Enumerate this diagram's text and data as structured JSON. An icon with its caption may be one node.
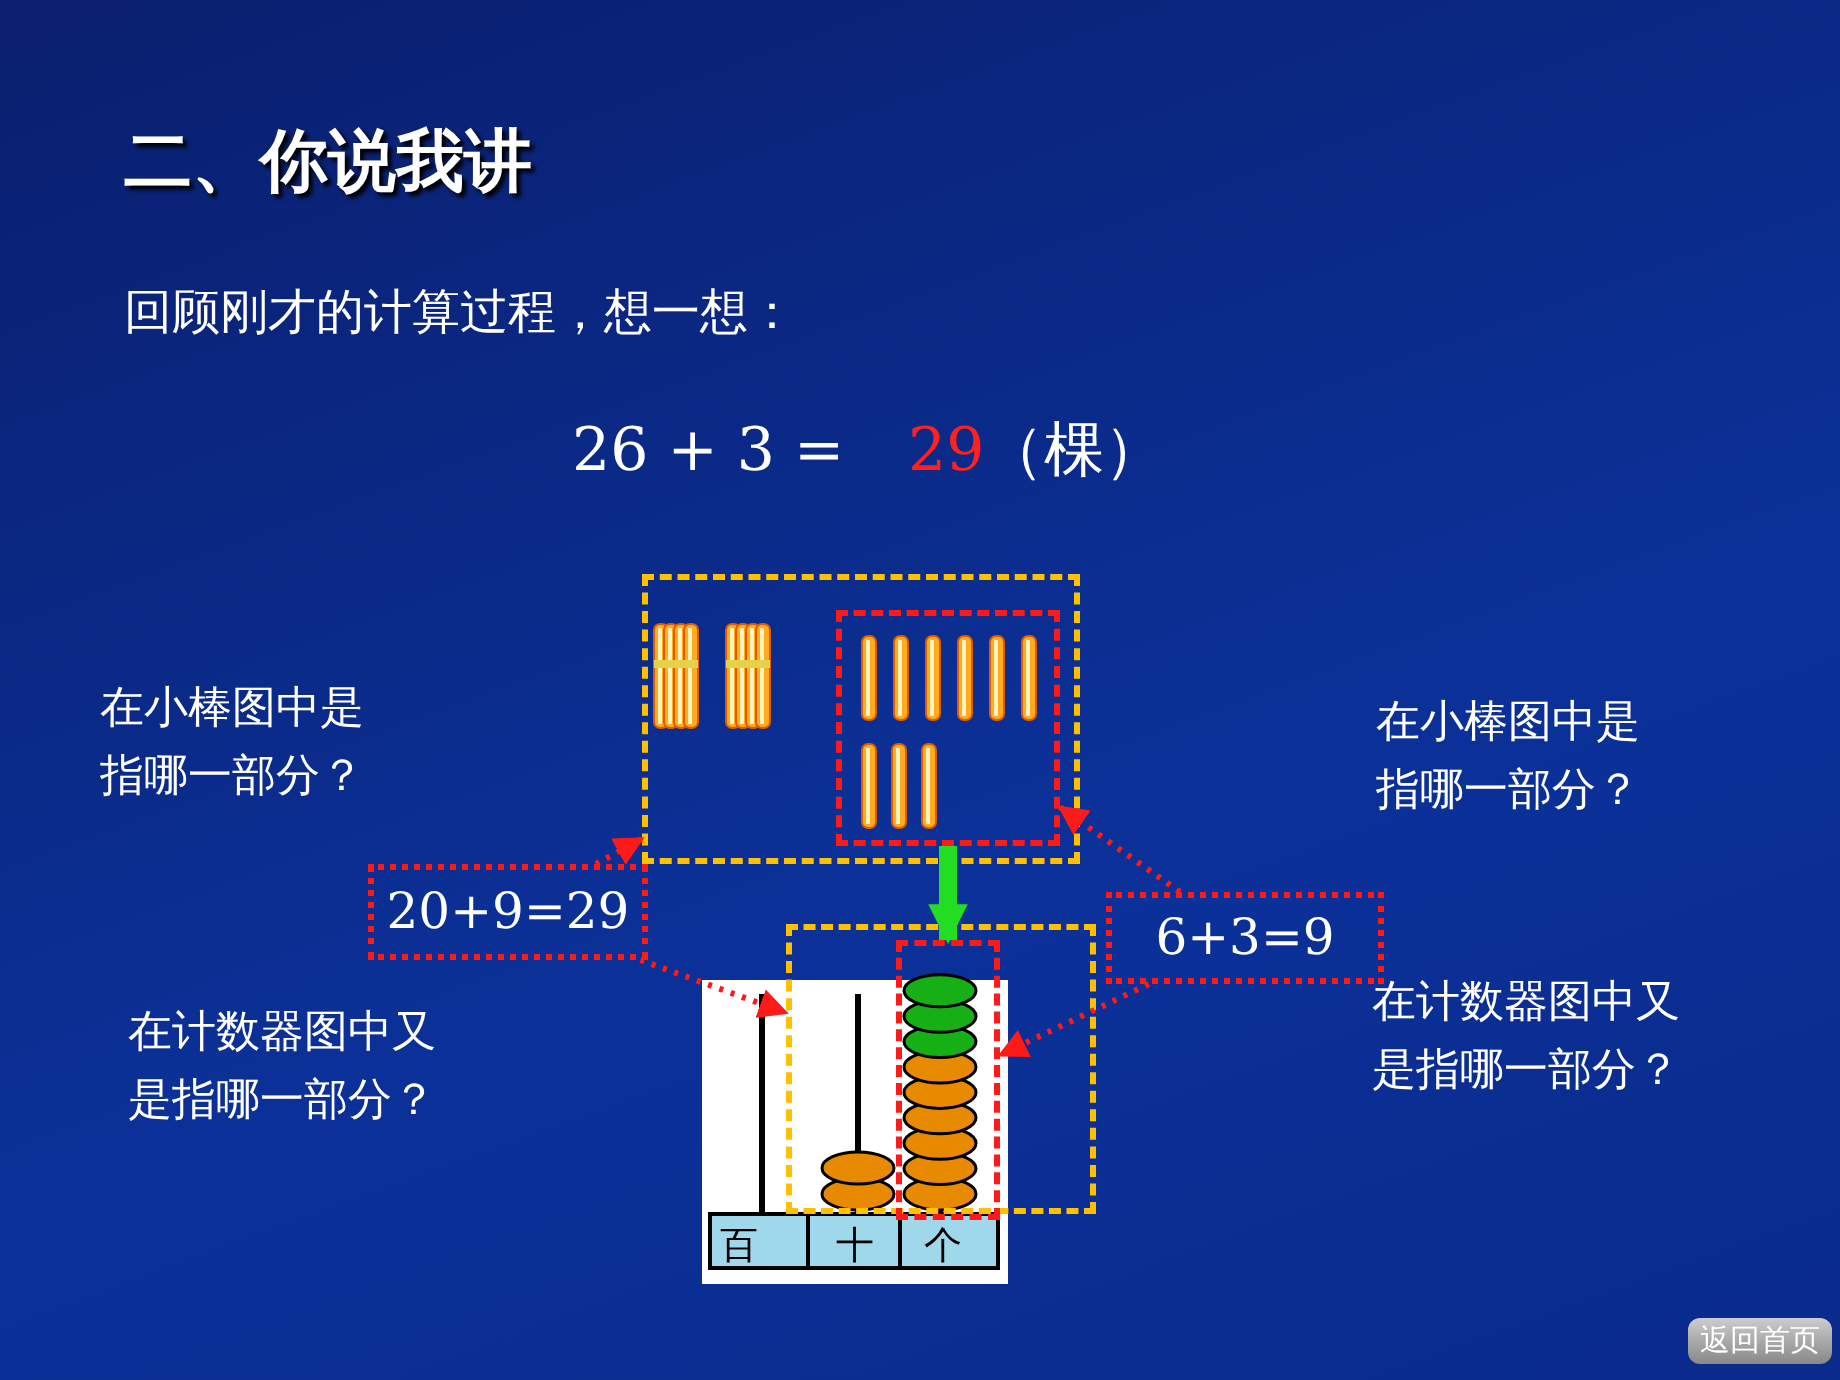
{
  "diagram": {
    "title": "二、你说我讲",
    "nodes": [
      {
        "text": [
          "20+9=29"
        ]
      },
      {
        "text": [
          "6+3=9"
        ]
      },
      {
        "text": [],
        "shape": "box"
      },
      {
        "text": [],
        "shape": "box",
        "in": 2
      },
      {
        "text": [],
        "shape": "box"
      },
      {
        "text": [],
        "shape": "box",
        "in": 4
      }
    ],
    "edges": [
      {
        "from": 0,
        "to": 2,
        "arrow": "to",
        "style": "dashed"
      },
      {
        "from": 0,
        "to": 4,
        "arrow": "to",
        "style": "dashed"
      },
      {
        "from": 1,
        "to": 3,
        "arrow": "to",
        "style": "dashed"
      },
      {
        "from": 1,
        "to": 5,
        "arrow": "to",
        "style": "dashed"
      },
      {
        "from": 3,
        "to": 5,
        "arrow": "to",
        "style": "thick",
        "color": "#22dd22"
      }
    ],
    "labels": [
      "回顾刚才的计算过程，想一想：",
      "26 + 3 =",
      "29",
      "（棵）",
      "在小棒图中是指哪一部分？",
      "在小棒图中是指哪一部分？",
      "在计数器图中又是指哪一部分？",
      "在计数器图中又是指哪一部分？",
      "百",
      "十",
      "个",
      "返回首页"
    ]
  }
}
